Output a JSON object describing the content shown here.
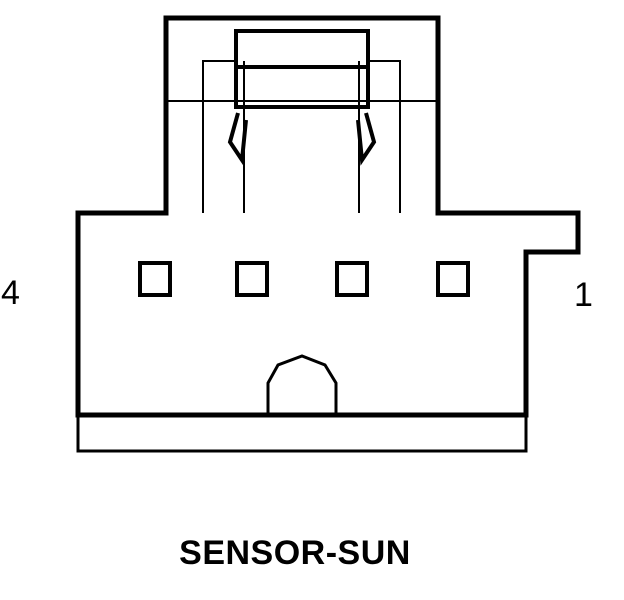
{
  "pin_labels": {
    "left": "4",
    "right": "1"
  },
  "caption": "SENSOR-SUN",
  "colors": {
    "line": "#000000",
    "background": "#ffffff"
  },
  "cavity_count": 4
}
